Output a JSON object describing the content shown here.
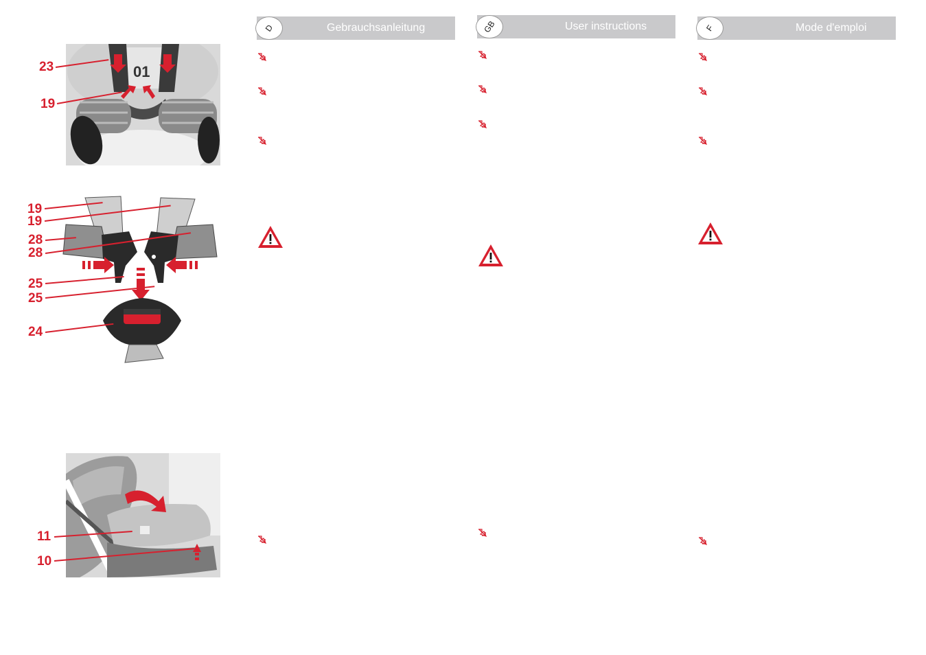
{
  "accent_color": "#d7202e",
  "figures": {
    "top": {
      "callouts": [
        "23",
        "19"
      ]
    },
    "buckle": {
      "callouts": [
        "19",
        "19",
        "28",
        "28",
        "25",
        "25",
        "24"
      ]
    },
    "side": {
      "callouts": [
        "11",
        "10"
      ]
    }
  },
  "columns": [
    {
      "lang_code": "D",
      "title": "Gebrauchsanleitung"
    },
    {
      "lang_code": "GB",
      "title": "User instructions"
    },
    {
      "lang_code": "F",
      "title": "Mode d'emploi"
    }
  ],
  "icons": {
    "bullet": "bullet-arrow-icon",
    "warning": "warning-triangle-icon"
  }
}
